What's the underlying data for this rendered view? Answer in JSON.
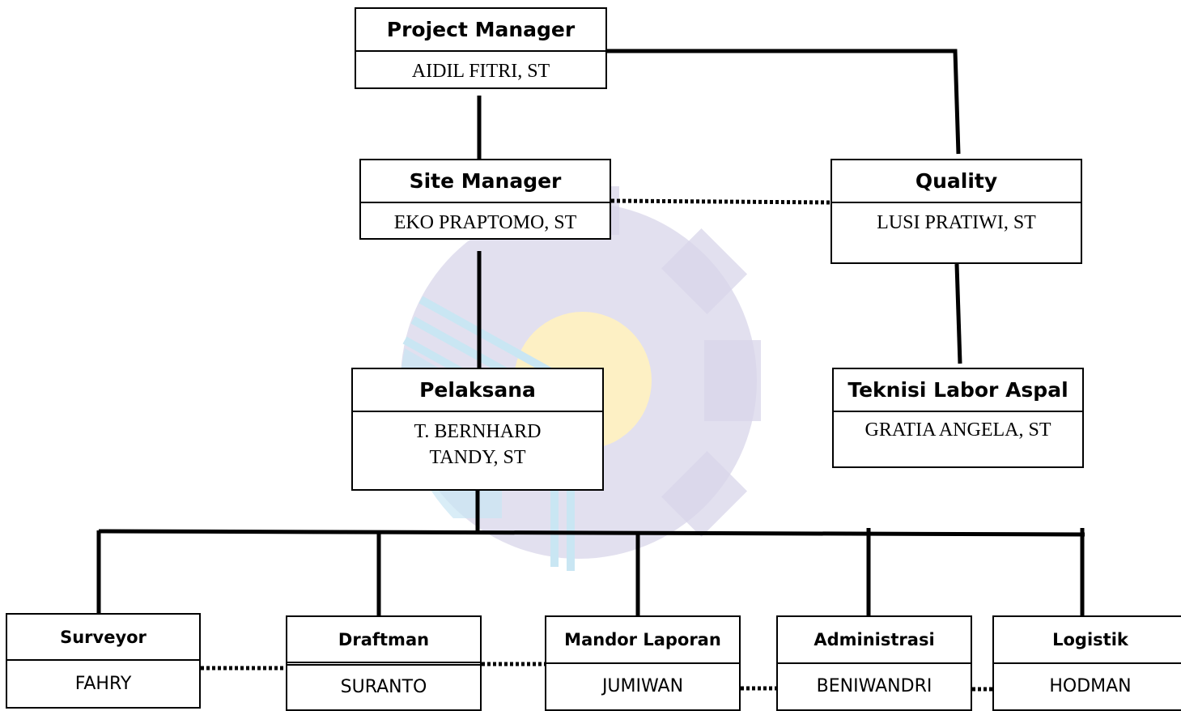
{
  "roles": {
    "project_manager": {
      "title": "Project Manager",
      "name": "AIDIL FITRI, ST"
    },
    "site_manager": {
      "title": "Site Manager",
      "name": "EKO PRAPTOMO, ST"
    },
    "quality": {
      "title": "Quality",
      "name": "LUSI PRATIWI, ST"
    },
    "pelaksana": {
      "title": "Pelaksana",
      "name": "T. BERNHARD TANDY, ST"
    },
    "teknisi": {
      "title": "Teknisi Labor Aspal",
      "name": "GRATIA ANGELA, ST"
    },
    "surveyor": {
      "title": "Surveyor",
      "name": "FAHRY"
    },
    "draftman": {
      "title": "Draftman",
      "name": "SURANTO"
    },
    "mandor": {
      "title": "Mandor Laporan",
      "name": "JUMIWAN"
    },
    "administrasi": {
      "title": "Administrasi",
      "name": "BENIWANDRI"
    },
    "logistik": {
      "title": "Logistik",
      "name": "HODMAN"
    }
  },
  "colors": {
    "watermark_gear": "#d8d6ea",
    "watermark_circle": "#fdf0c4",
    "watermark_stripes": "#c9e6f3"
  }
}
